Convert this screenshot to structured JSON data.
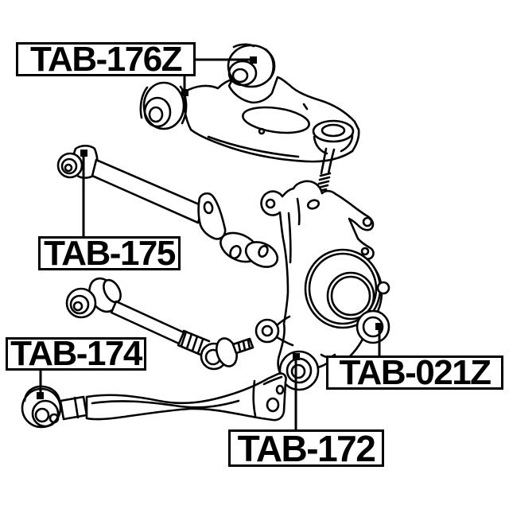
{
  "labels": {
    "tab176z": "TAB-176Z",
    "tab175": "TAB-175",
    "tab174": "TAB-174",
    "tab021z": "TAB-021Z",
    "tab172": "TAB-172"
  },
  "callouts": [
    {
      "label": "TAB-176Z",
      "points_to": "upper-control-arm-bushings",
      "marker": "filled-square",
      "targets": 2
    },
    {
      "label": "TAB-175",
      "points_to": "upper-lateral-rod-bushing",
      "marker": "filled-square",
      "targets": 1
    },
    {
      "label": "TAB-174",
      "points_to": "trailing-arm-bushing",
      "marker": "filled-square",
      "targets": 1
    },
    {
      "label": "TAB-021Z",
      "points_to": "knuckle-side-bushing",
      "marker": "filled-square",
      "targets": 1
    },
    {
      "label": "TAB-172",
      "points_to": "knuckle-lower-bushing",
      "marker": "filled-square",
      "targets": 1
    }
  ],
  "colors": {
    "line": "#000000",
    "background": "#ffffff"
  }
}
